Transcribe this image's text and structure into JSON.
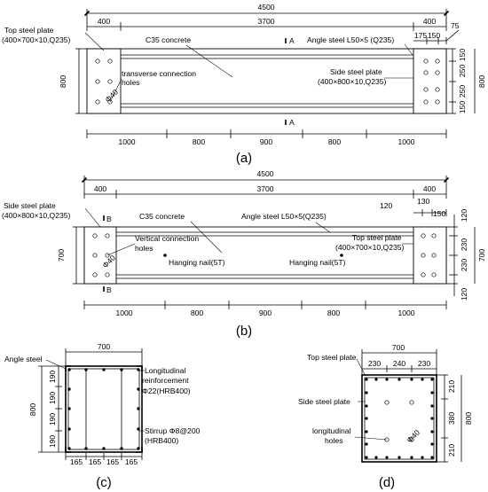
{
  "panel_a": {
    "caption": "(a)",
    "overall_length": "4500",
    "segment_dims": [
      "400",
      "3700",
      "400"
    ],
    "bolt_dims": [
      "175",
      "150",
      "75"
    ],
    "height": "800",
    "right_dims": [
      "150",
      "250",
      "250",
      "150"
    ],
    "bottom_dims": [
      "1000",
      "800",
      "900",
      "800",
      "1000"
    ],
    "section_mark_top": "A",
    "section_mark_bottom": "A",
    "label_top_plate": "Top steel plate",
    "label_top_plate_spec": "(400×700×10,Q235)",
    "label_concrete": "C35 concrete",
    "label_angle": "Angle steel L50×5 (Q235)",
    "label_holes": "transverse connection",
    "label_holes_2": "holes",
    "label_side_plate": "Side steel plate",
    "label_side_plate_spec": "(400×800×10,Q235)",
    "hole_dia": "Φ40"
  },
  "panel_b": {
    "caption": "(b)",
    "overall_length": "4500",
    "segment_dims": [
      "400",
      "3700",
      "400"
    ],
    "bolt_dims": [
      "120",
      "130",
      "150"
    ],
    "height": "700",
    "right_dims": [
      "120",
      "230",
      "230",
      "120"
    ],
    "bottom_dims": [
      "1000",
      "800",
      "900",
      "800",
      "1000"
    ],
    "section_mark_top": "B",
    "section_mark_bottom": "B",
    "label_side_plate": "Side steel plate",
    "label_side_plate_spec": "(400×800×10,Q235)",
    "label_concrete": "C35 concrete",
    "label_angle": "Angle steel L50×5(Q235)",
    "label_holes": "Vertical connection",
    "label_holes_2": "holes",
    "label_top_plate": "Top steel plate",
    "label_top_plate_spec": "(400×700×10,Q235)",
    "label_nail_left": "Hanging nail(5T)",
    "label_nail_right": "Hanging nail(5T)",
    "hole_dia": "Φ40"
  },
  "panel_c": {
    "caption": "(c)",
    "width": "700",
    "height": "800",
    "left_dims": [
      "190",
      "190",
      "190",
      "190"
    ],
    "bottom_dims": [
      "165",
      "165",
      "165",
      "165"
    ],
    "label_angle": "Angle steel",
    "label_long": "Longitudinal",
    "label_long_2": "reinforcement",
    "label_long_3": "Φ22(HRB400)",
    "label_stirrup": "Stirrup Φ8@200",
    "label_stirrup_2": "(HRB400)"
  },
  "panel_d": {
    "caption": "(d)",
    "width": "700",
    "top_dims": [
      "230",
      "240",
      "230"
    ],
    "height": "800",
    "right_dims": [
      "210",
      "380",
      "210"
    ],
    "label_top_plate": "Top steel plate",
    "label_side_plate": "Side steel plate",
    "label_holes": "longitudinal",
    "label_holes_2": "holes",
    "hole_dia": "Φ40"
  }
}
